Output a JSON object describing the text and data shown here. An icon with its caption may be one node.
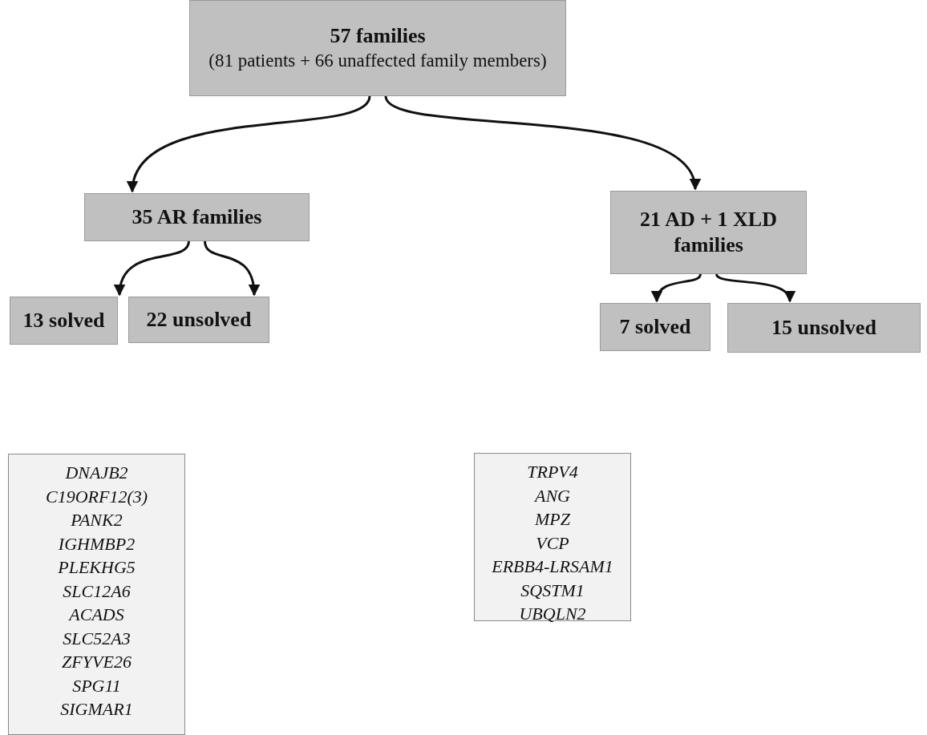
{
  "diagram": {
    "nodes": [
      {
        "text": [
          "57 families",
          "(81 patients + 66 unaffected family members)"
        ]
      },
      {
        "text": [
          "35 AR families"
        ]
      },
      {
        "text": [
          "21 AD + 1 XLD families"
        ]
      },
      {
        "text": [
          "13 solved"
        ]
      },
      {
        "text": [
          "22 unsolved"
        ]
      },
      {
        "text": [
          "7 solved"
        ]
      },
      {
        "text": [
          "15 unsolved"
        ]
      },
      {
        "text": [
          "DNAJB2",
          "C19ORF12(3)",
          "PANK2",
          "IGHMBP2",
          "PLEKHG5",
          "SLC12A6",
          "ACADS",
          "SLC52A3",
          "ZFYVE26",
          "SPG11",
          "SIGMAR1"
        ]
      },
      {
        "text": [
          "TRPV4",
          "ANG",
          "MPZ",
          "VCP",
          "ERBB4-LRSAM1",
          "SQSTM1",
          "UBQLN2"
        ]
      }
    ],
    "edges": [
      {
        "from": 0,
        "to": 1,
        "arrow": "to"
      },
      {
        "from": 0,
        "to": 2,
        "arrow": "to"
      },
      {
        "from": 1,
        "to": 3,
        "arrow": "to"
      },
      {
        "from": 1,
        "to": 4,
        "arrow": "to"
      },
      {
        "from": 2,
        "to": 5,
        "arrow": "to"
      },
      {
        "from": 2,
        "to": 6,
        "arrow": "to"
      }
    ]
  }
}
